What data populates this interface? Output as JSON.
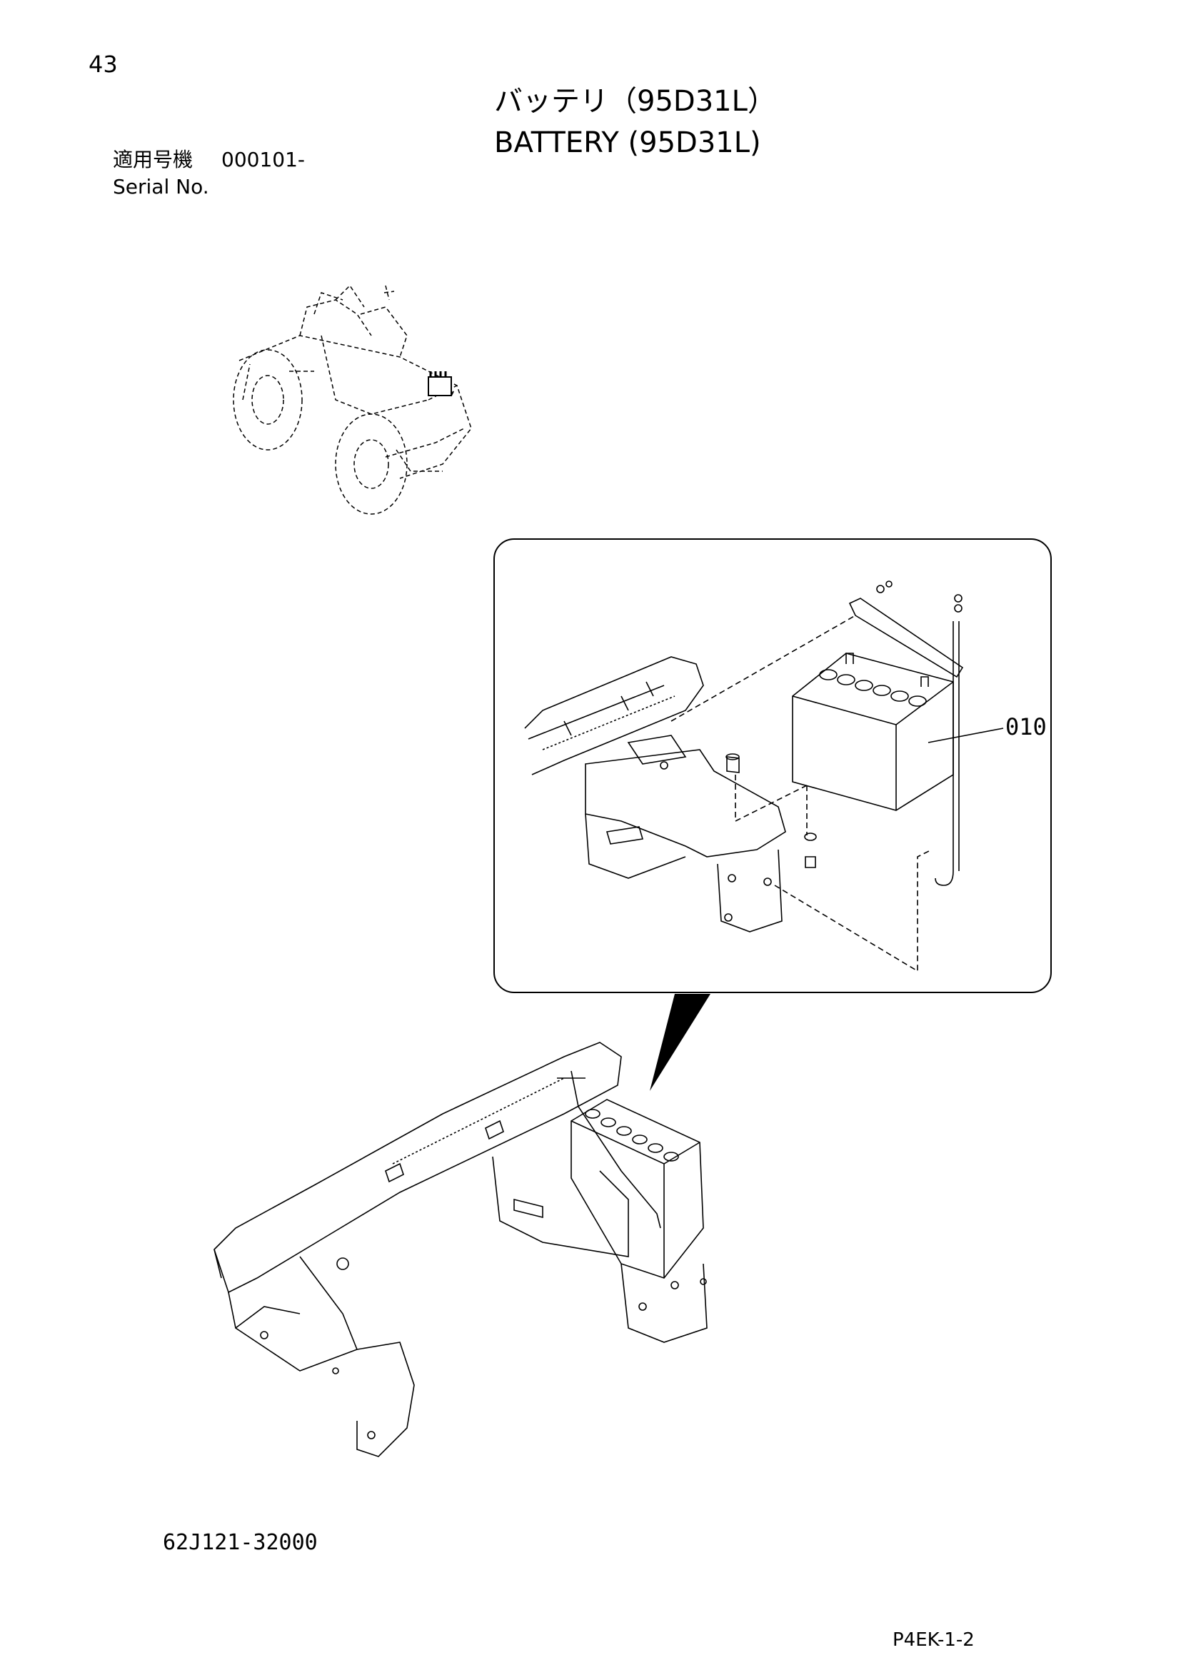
{
  "header": {
    "page_number": "43",
    "title_jp": "バッテリ（95D31L）",
    "title_en": "BATTERY (95D31L)"
  },
  "serial": {
    "label_jp": "適用号機",
    "range": "000101-",
    "label_en": "Serial No."
  },
  "diagram": {
    "callouts": [
      "010"
    ]
  },
  "footer": {
    "drawing_number": "62J121-32000",
    "page_code": "P4EK-1-2"
  }
}
